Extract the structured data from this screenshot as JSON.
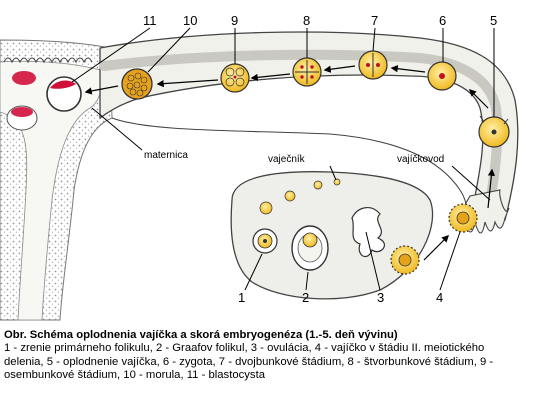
{
  "diagram": {
    "stage_numbers": [
      "1",
      "2",
      "3",
      "4",
      "5",
      "6",
      "7",
      "8",
      "9",
      "10",
      "11"
    ],
    "labels": {
      "maternica": "maternica",
      "vajecnik": "vaječník",
      "vajickovod": "vajíčkovod"
    },
    "colors": {
      "tube_fill": "#f1f1ec",
      "stipple": "#9a9a9a",
      "cell_yellow": "#f5c42c",
      "cell_orange": "#e7a21c",
      "nucleus": "#c1121f",
      "arrow": "#000000"
    }
  },
  "caption": {
    "title": "Obr. Schéma oplodnenia vajíčka a skorá embryogenéza (1.-5. deň vývinu)",
    "text": "1 - zrenie primárneho folikulu, 2 - Graafov folikul, 3 - ovulácia, 4 - vajíčko v štádiu II. meiotického delenia, 5 - oplodnenie vajíčka, 6 - zygota, 7 - dvojbunkové štádium, 8 - štvorbunkové štádium, 9 - osembunkové štádium, 10 - morula, 11 - blastocysta"
  }
}
